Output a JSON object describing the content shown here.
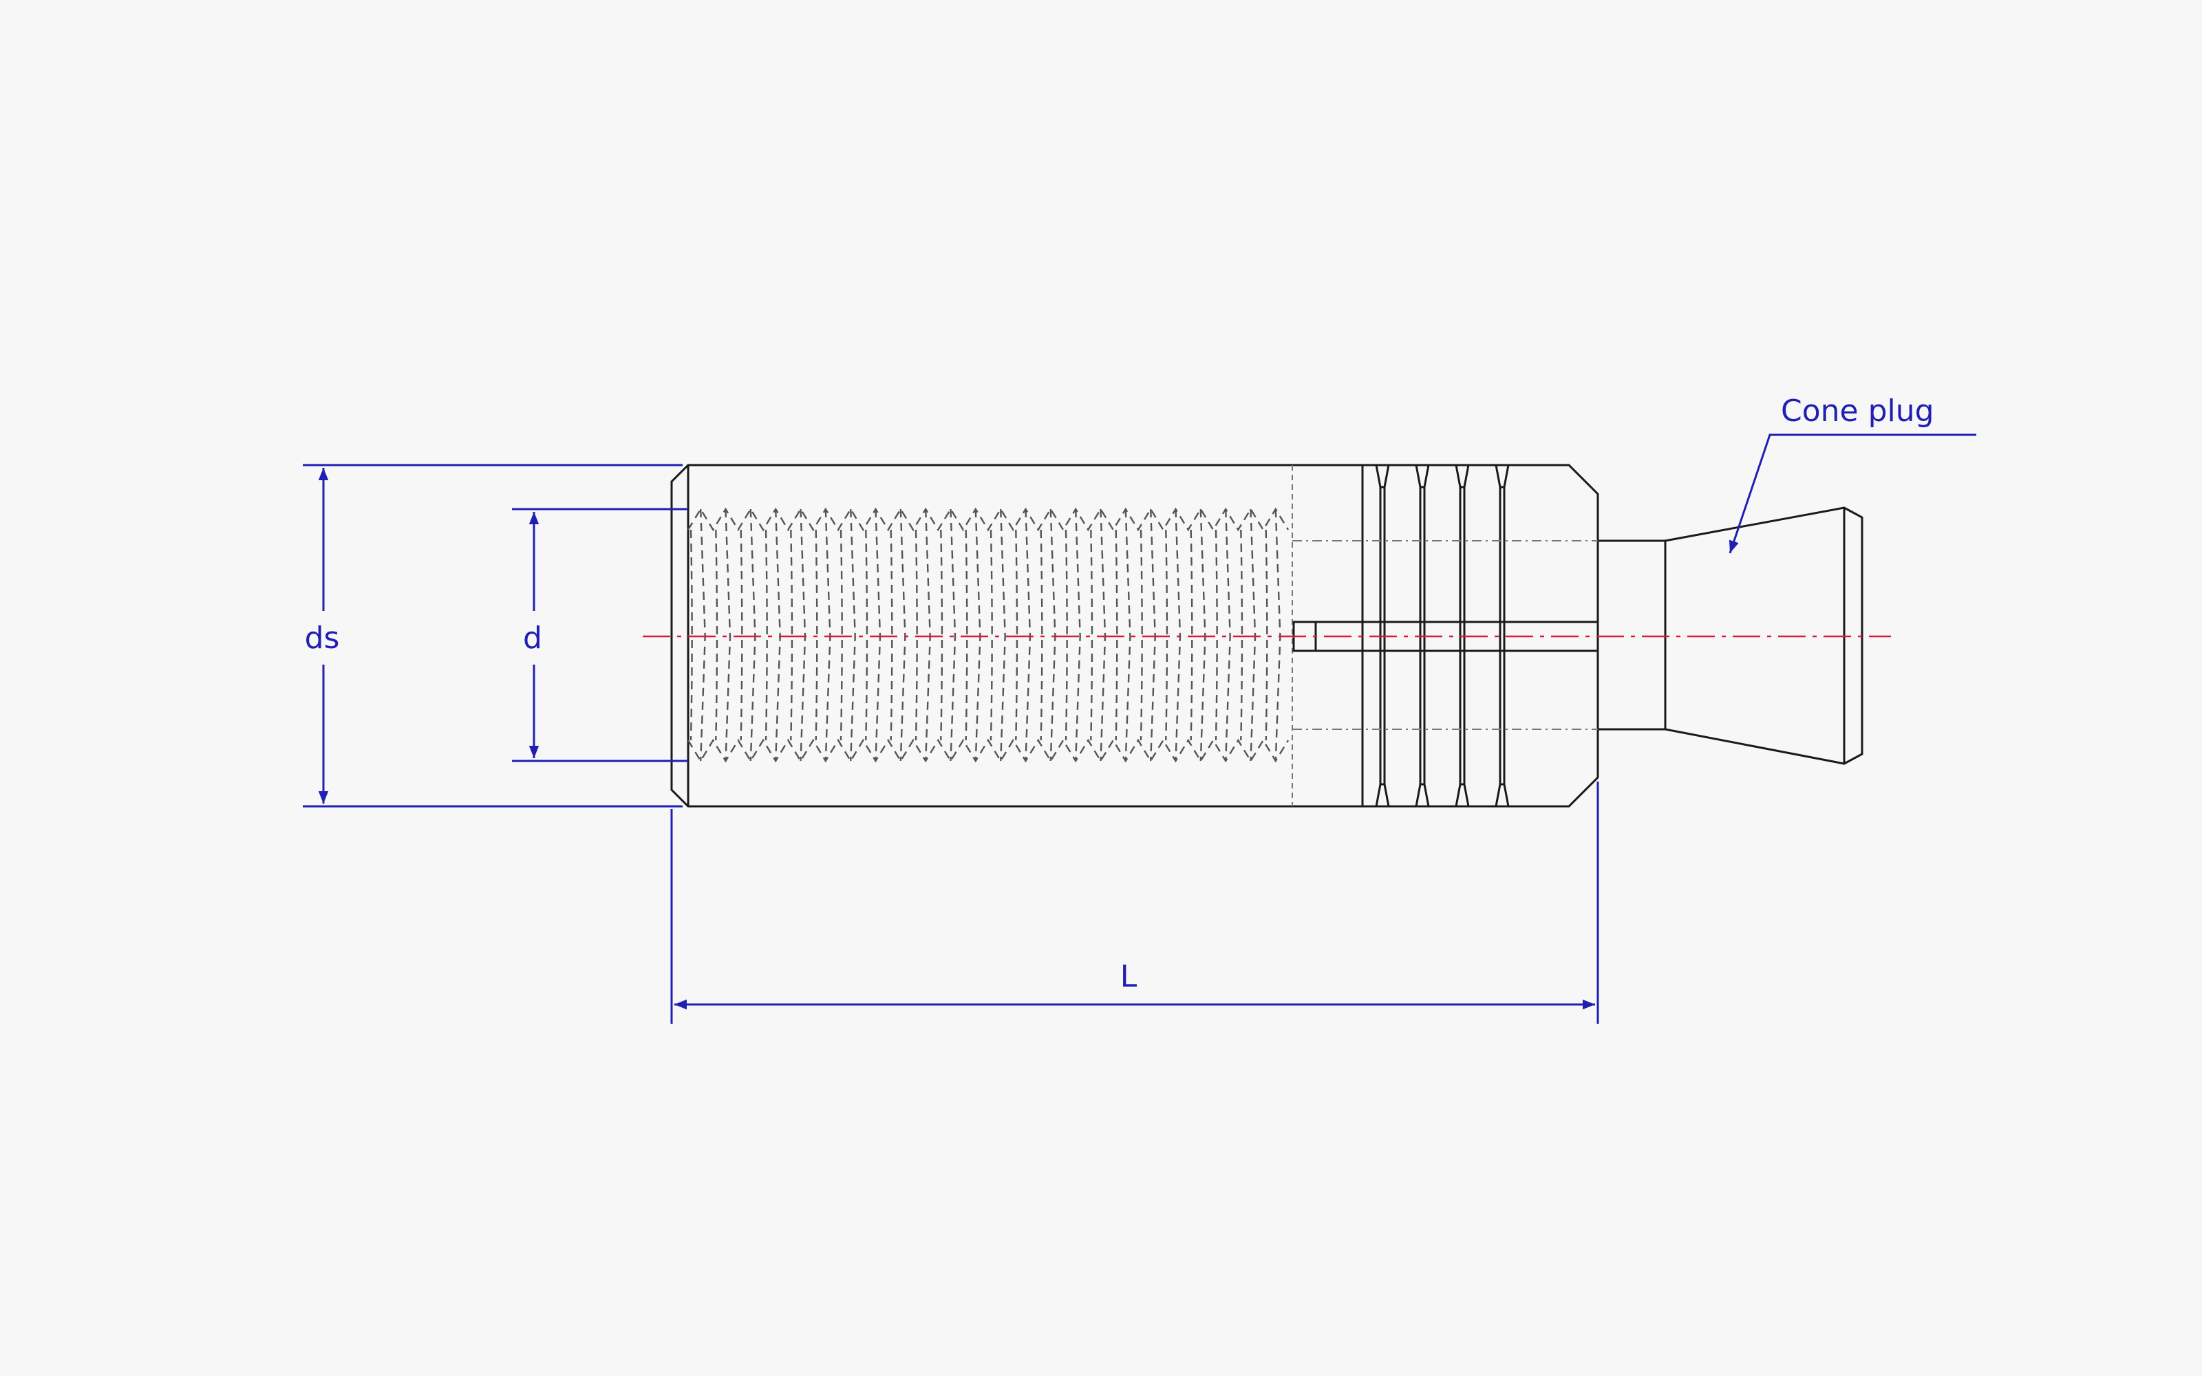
{
  "labels": {
    "ds": "ds",
    "d": "d",
    "L": "L",
    "cone_plug": "Cone plug"
  },
  "colors": {
    "background": "#f7f7f7",
    "outline": "#1a1a1a",
    "hidden_line": "#555555",
    "dimension": "#1f1fb4",
    "centerline": "#d81b3c"
  },
  "drawing": {
    "thread_pitches": 24,
    "grooves": 4
  }
}
